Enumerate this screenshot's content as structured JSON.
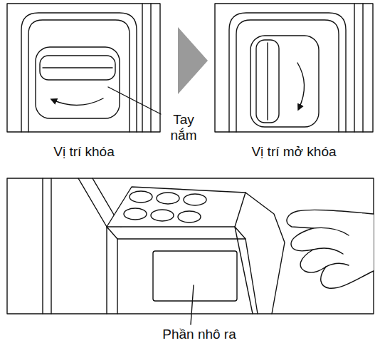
{
  "diagram": {
    "labels": [
      "Tay nắm",
      "Vị trí khóa",
      "Vị trí mở khóa",
      "Phần nhô ra"
    ]
  }
}
